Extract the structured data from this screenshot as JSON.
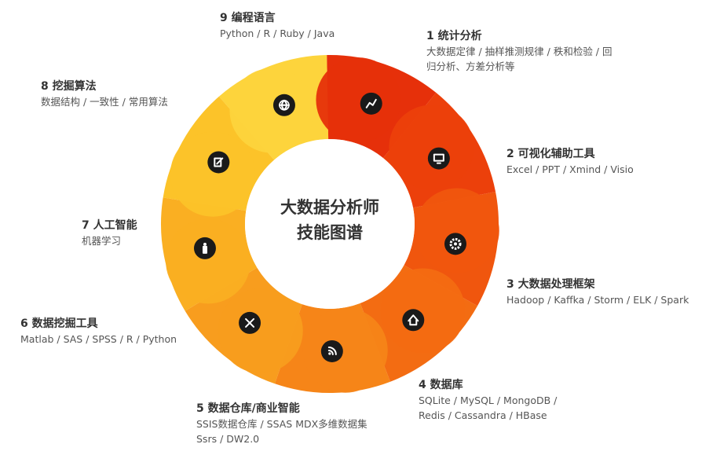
{
  "center_title": [
    "大数据分析师",
    "技能图谱"
  ],
  "colors": [
    "#e6300a",
    "#ec400b",
    "#f0560e",
    "#f36c12",
    "#f68518",
    "#f89d1e",
    "#faaf22",
    "#fcc329",
    "#fdd43c"
  ],
  "skills": [
    {
      "title": "1 统计分析",
      "desc": [
        "大数据定律 / 抽样推测规律 / 秩和检验 / 回",
        "归分析、方差分析等"
      ],
      "icon": "line-chart-icon"
    },
    {
      "title": "2 可视化辅助工具",
      "desc": [
        "Excel / PPT / Xmind / Visio"
      ],
      "icon": "monitor-icon"
    },
    {
      "title": "3 大数据处理框架",
      "desc": [
        "Hadoop / Kaffka / Storm / ELK / Spark"
      ],
      "icon": "gear-icon"
    },
    {
      "title": "4 数据库",
      "desc": [
        "SQLite / MySQL / MongoDB /",
        "Redis / Cassandra / HBase"
      ],
      "icon": "home-icon"
    },
    {
      "title": "5 数据仓库/商业智能",
      "desc": [
        "SSIS数据仓库 / SSAS MDX多维数据集",
        "Ssrs / DW2.0"
      ],
      "icon": "rss-icon"
    },
    {
      "title": "6 数据挖掘工具",
      "desc": [
        "Matlab / SAS / SPSS / R / Python"
      ],
      "icon": "tools-icon"
    },
    {
      "title": "7 人工智能",
      "desc": [
        "机器学习"
      ],
      "icon": "person-icon"
    },
    {
      "title": "8 挖掘算法",
      "desc": [
        "数据结构 / 一致性 / 常用算法"
      ],
      "icon": "edit-icon"
    },
    {
      "title": "9 编程语言",
      "desc": [
        "Python / R / Ruby / Java"
      ],
      "icon": "globe-icon"
    }
  ]
}
